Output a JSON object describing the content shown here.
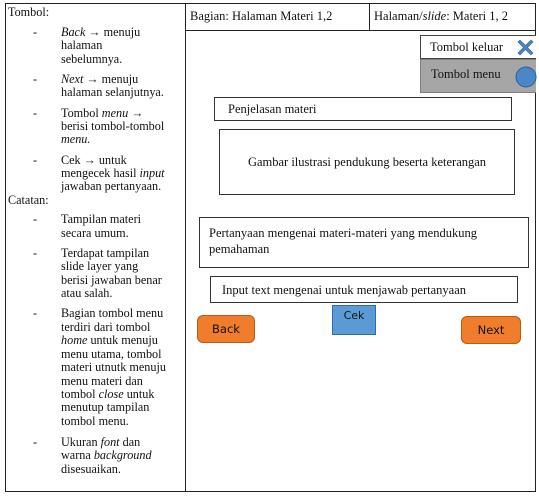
{
  "header": {
    "bagian": "Bagian: Halaman Materi 1,2",
    "halaman_prefix": "Halaman/",
    "halaman_slide": "slide",
    "halaman_suffix": ": Materi 1, 2"
  },
  "sidebar": {
    "tombol_title": "Tombol:",
    "catatan_title": "Catatan:",
    "back": {
      "term": "Back",
      "l1": " → menuju",
      "l2": "halaman",
      "l3": "sebelumnya."
    },
    "next": {
      "term": "Next",
      "l1": " → menuju",
      "l2": "halaman selanjutnya."
    },
    "menu": {
      "pre": "Tombol ",
      "term": "menu",
      "l1": " →",
      "l2": "berisi tombol-tombol",
      "l3": "menu."
    },
    "cek": {
      "l1": "Cek → untuk",
      "l2": "mengecek hasil ",
      "l2_term": "input",
      "l3": "jawaban pertanyaan."
    },
    "note1": {
      "l1": "Tampilan materi",
      "l2": "secara umum."
    },
    "note2": {
      "l1": "Terdapat tampilan",
      "l2": "slide layer yang",
      "l3": "berisi jawaban benar",
      "l4": "atau salah."
    },
    "note3": {
      "l1": "Bagian tombol menu",
      "l2": "terdiri dari tombol",
      "l3_term": "home",
      "l3": " untuk menuju",
      "l4": "menu utama, tombol",
      "l5": "materi utnutk menuju",
      "l6": "menu materi dan",
      "l7": "tombol ",
      "l7_term": "close",
      "l7_end": " untuk",
      "l8": "menutup tampilan",
      "l9": "tombol menu."
    },
    "note4": {
      "l1": "Ukuran ",
      "l1_term": "font",
      "l1_end": " dan",
      "l2": "warna ",
      "l2_term": "background",
      "l3": "disesuaikan."
    }
  },
  "main": {
    "exit_label": "Tombol keluar",
    "menu_label": "Tombol menu",
    "material_title": "Penjelasan materi",
    "image_caption": "Gambar ilustrasi pendukung beserta keterangan",
    "question_l1": "Pertanyaan mengenai materi-materi yang mendukung",
    "question_l2": "pemahaman",
    "answer_input": "Input text mengenai untuk menjawab pertanyaan",
    "back_button": "Back",
    "check_button": "Cek",
    "next_button": "Next"
  },
  "colors": {
    "orange_button": "#ef7d2c",
    "blue_button": "#5b9bd5",
    "menu_panel": "#a6a6a6",
    "exit_icon": "#4a86c8"
  }
}
